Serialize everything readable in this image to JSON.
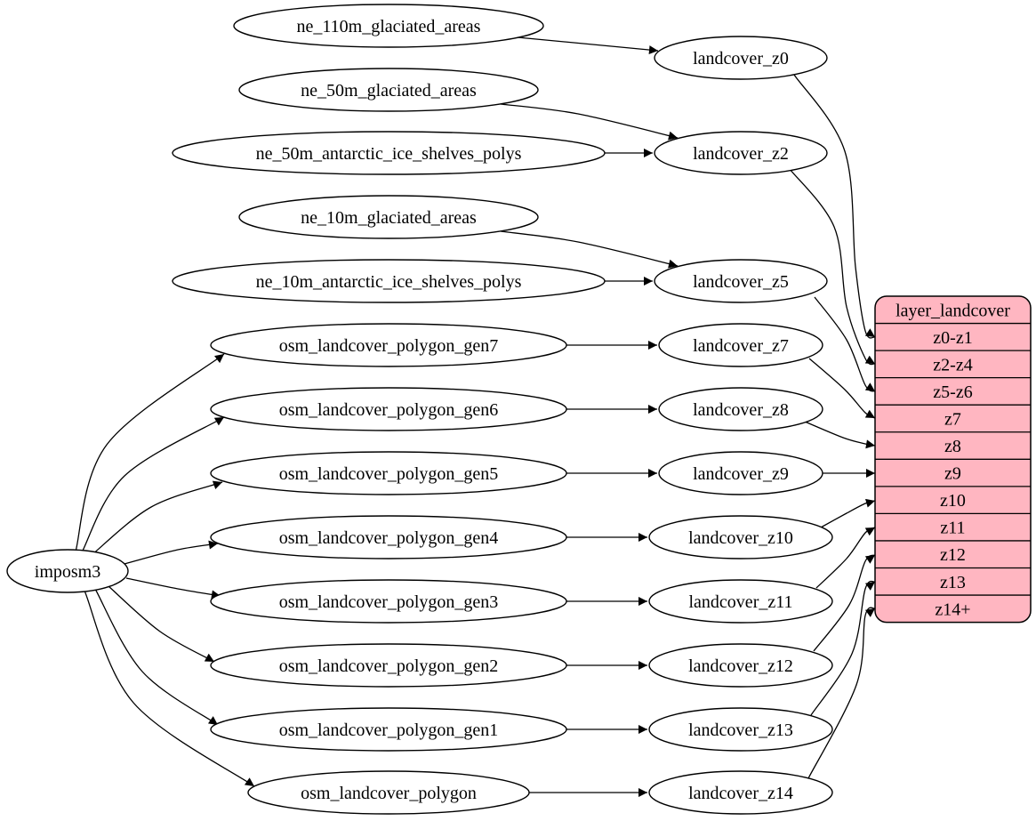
{
  "diagram": {
    "type": "graphviz-digraph",
    "background_color": "#ffffff",
    "node_fill": "#ffffff",
    "node_border_color": "#000000",
    "edge_color": "#000000",
    "record_fill": "#ffb6c1",
    "text_color": "#000000"
  },
  "nodes": [
    {
      "id": "imposm3",
      "label": "imposm3",
      "shape": "ellipse"
    },
    {
      "id": "ne_110m_glaciated_areas",
      "label": "ne_110m_glaciated_areas",
      "shape": "ellipse"
    },
    {
      "id": "ne_50m_glaciated_areas",
      "label": "ne_50m_glaciated_areas",
      "shape": "ellipse"
    },
    {
      "id": "ne_50m_antarctic_ice_shelves_polys",
      "label": "ne_50m_antarctic_ice_shelves_polys",
      "shape": "ellipse"
    },
    {
      "id": "ne_10m_glaciated_areas",
      "label": "ne_10m_glaciated_areas",
      "shape": "ellipse"
    },
    {
      "id": "ne_10m_antarctic_ice_shelves_polys",
      "label": "ne_10m_antarctic_ice_shelves_polys",
      "shape": "ellipse"
    },
    {
      "id": "osm_landcover_polygon_gen7",
      "label": "osm_landcover_polygon_gen7",
      "shape": "ellipse"
    },
    {
      "id": "osm_landcover_polygon_gen6",
      "label": "osm_landcover_polygon_gen6",
      "shape": "ellipse"
    },
    {
      "id": "osm_landcover_polygon_gen5",
      "label": "osm_landcover_polygon_gen5",
      "shape": "ellipse"
    },
    {
      "id": "osm_landcover_polygon_gen4",
      "label": "osm_landcover_polygon_gen4",
      "shape": "ellipse"
    },
    {
      "id": "osm_landcover_polygon_gen3",
      "label": "osm_landcover_polygon_gen3",
      "shape": "ellipse"
    },
    {
      "id": "osm_landcover_polygon_gen2",
      "label": "osm_landcover_polygon_gen2",
      "shape": "ellipse"
    },
    {
      "id": "osm_landcover_polygon_gen1",
      "label": "osm_landcover_polygon_gen1",
      "shape": "ellipse"
    },
    {
      "id": "osm_landcover_polygon",
      "label": "osm_landcover_polygon",
      "shape": "ellipse"
    },
    {
      "id": "landcover_z0",
      "label": "landcover_z0",
      "shape": "ellipse"
    },
    {
      "id": "landcover_z2",
      "label": "landcover_z2",
      "shape": "ellipse"
    },
    {
      "id": "landcover_z5",
      "label": "landcover_z5",
      "shape": "ellipse"
    },
    {
      "id": "landcover_z7",
      "label": "landcover_z7",
      "shape": "ellipse"
    },
    {
      "id": "landcover_z8",
      "label": "landcover_z8",
      "shape": "ellipse"
    },
    {
      "id": "landcover_z9",
      "label": "landcover_z9",
      "shape": "ellipse"
    },
    {
      "id": "landcover_z10",
      "label": "landcover_z10",
      "shape": "ellipse"
    },
    {
      "id": "landcover_z11",
      "label": "landcover_z11",
      "shape": "ellipse"
    },
    {
      "id": "landcover_z12",
      "label": "landcover_z12",
      "shape": "ellipse"
    },
    {
      "id": "landcover_z13",
      "label": "landcover_z13",
      "shape": "ellipse"
    },
    {
      "id": "landcover_z14",
      "label": "landcover_z14",
      "shape": "ellipse"
    }
  ],
  "record": {
    "id": "layer_landcover",
    "title": "layer_landcover",
    "rows": [
      "z0-z1",
      "z2-z4",
      "z5-z6",
      "z7",
      "z8",
      "z9",
      "z10",
      "z11",
      "z12",
      "z13",
      "z14+"
    ]
  },
  "edges": [
    {
      "from": "ne_110m_glaciated_areas",
      "to": "landcover_z0"
    },
    {
      "from": "ne_50m_glaciated_areas",
      "to": "landcover_z2"
    },
    {
      "from": "ne_50m_antarctic_ice_shelves_polys",
      "to": "landcover_z2"
    },
    {
      "from": "ne_10m_glaciated_areas",
      "to": "landcover_z5"
    },
    {
      "from": "ne_10m_antarctic_ice_shelves_polys",
      "to": "landcover_z5"
    },
    {
      "from": "imposm3",
      "to": "osm_landcover_polygon_gen7"
    },
    {
      "from": "imposm3",
      "to": "osm_landcover_polygon_gen6"
    },
    {
      "from": "imposm3",
      "to": "osm_landcover_polygon_gen5"
    },
    {
      "from": "imposm3",
      "to": "osm_landcover_polygon_gen4"
    },
    {
      "from": "imposm3",
      "to": "osm_landcover_polygon_gen3"
    },
    {
      "from": "imposm3",
      "to": "osm_landcover_polygon_gen2"
    },
    {
      "from": "imposm3",
      "to": "osm_landcover_polygon_gen1"
    },
    {
      "from": "imposm3",
      "to": "osm_landcover_polygon"
    },
    {
      "from": "osm_landcover_polygon_gen7",
      "to": "landcover_z7"
    },
    {
      "from": "osm_landcover_polygon_gen6",
      "to": "landcover_z8"
    },
    {
      "from": "osm_landcover_polygon_gen5",
      "to": "landcover_z9"
    },
    {
      "from": "osm_landcover_polygon_gen4",
      "to": "landcover_z10"
    },
    {
      "from": "osm_landcover_polygon_gen3",
      "to": "landcover_z11"
    },
    {
      "from": "osm_landcover_polygon_gen2",
      "to": "landcover_z12"
    },
    {
      "from": "osm_landcover_polygon_gen1",
      "to": "landcover_z13"
    },
    {
      "from": "osm_landcover_polygon",
      "to": "landcover_z14"
    },
    {
      "from": "landcover_z0",
      "to": "layer_landcover",
      "to_port": "z0-z1"
    },
    {
      "from": "landcover_z2",
      "to": "layer_landcover",
      "to_port": "z2-z4"
    },
    {
      "from": "landcover_z5",
      "to": "layer_landcover",
      "to_port": "z5-z6"
    },
    {
      "from": "landcover_z7",
      "to": "layer_landcover",
      "to_port": "z7"
    },
    {
      "from": "landcover_z8",
      "to": "layer_landcover",
      "to_port": "z8"
    },
    {
      "from": "landcover_z9",
      "to": "layer_landcover",
      "to_port": "z9"
    },
    {
      "from": "landcover_z10",
      "to": "layer_landcover",
      "to_port": "z10"
    },
    {
      "from": "landcover_z11",
      "to": "layer_landcover",
      "to_port": "z11"
    },
    {
      "from": "landcover_z12",
      "to": "layer_landcover",
      "to_port": "z12"
    },
    {
      "from": "landcover_z13",
      "to": "layer_landcover",
      "to_port": "z13"
    },
    {
      "from": "landcover_z14",
      "to": "layer_landcover",
      "to_port": "z14+"
    }
  ]
}
